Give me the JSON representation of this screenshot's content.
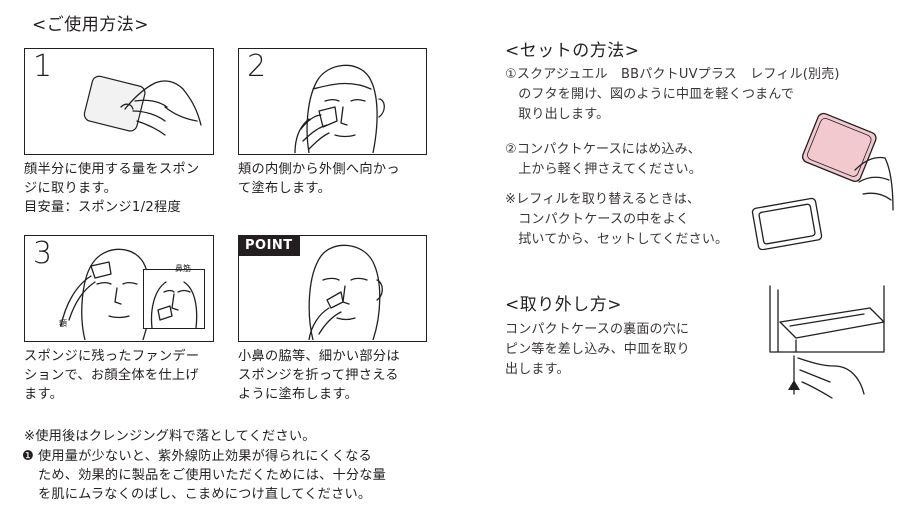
{
  "left": {
    "heading": "<ご使用方法>",
    "steps": [
      {
        "number": "1",
        "caption": "顔半分に使用する量をスポン\nジに取ります。\n目安量：スポンジ1/2程度"
      },
      {
        "number": "2",
        "caption": "頬の内側から外側へ向かっ\nて塗布します。"
      },
      {
        "number": "3",
        "caption": "スポンジに残ったファンデー\nションで、お顔全体を仕上げ\nます。",
        "label_nose": "鼻筋",
        "label_chin": "額"
      },
      {
        "badge": "POINT",
        "caption": "小鼻の脇等、細かい部分は\nスポンジを折って押さえる\nように塗布します。"
      }
    ],
    "note1": "※使用後はクレンジング料で落としてください。",
    "warning_mark": "❶",
    "note2": "使用量が少ないと、紫外線防止効果が得られにくくなる\nため、効果的に製品をご使用いただくためには、十分な量\nを肌にムラなくのばし、こまめにつけ直してください。"
  },
  "right": {
    "set_heading": "<セットの方法>",
    "set_step1": "①スクアジュエル　BBパクトUVプラス　レフィル(別売)\n　のフタを開け、図のように中皿を軽くつまんで\n　取り出します。",
    "set_step2": "②コンパクトケースにはめ込み、\n　上から軽く押さえてください。",
    "set_note": "※レフィルを取り替えるときは、\n　コンパクトケースの中をよく\n　拭いてから、セットしてください。",
    "remove_heading": "<取り外し方>",
    "remove_text": "コンパクトケースの裏面の穴に\nピン等を差し込み、中皿を取り\n出します。"
  },
  "colors": {
    "ink": "#231f20",
    "refill_pink": "#f2c9cf"
  }
}
